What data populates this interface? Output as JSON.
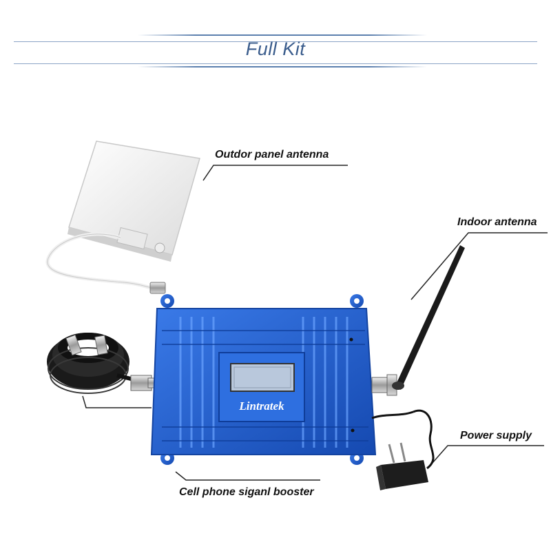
{
  "header": {
    "title": "Full Kit",
    "line_color": "#5b7fae"
  },
  "labels": {
    "outdoor_antenna": "Outdor panel antenna",
    "indoor_antenna": "Indoor antenna",
    "power_supply": "Power supply",
    "booster": "Cell phone siganl booster"
  },
  "booster_brand": "Lintratek",
  "colors": {
    "booster_blue": "#1f5fcf",
    "lcd": "#b9c8dc"
  }
}
